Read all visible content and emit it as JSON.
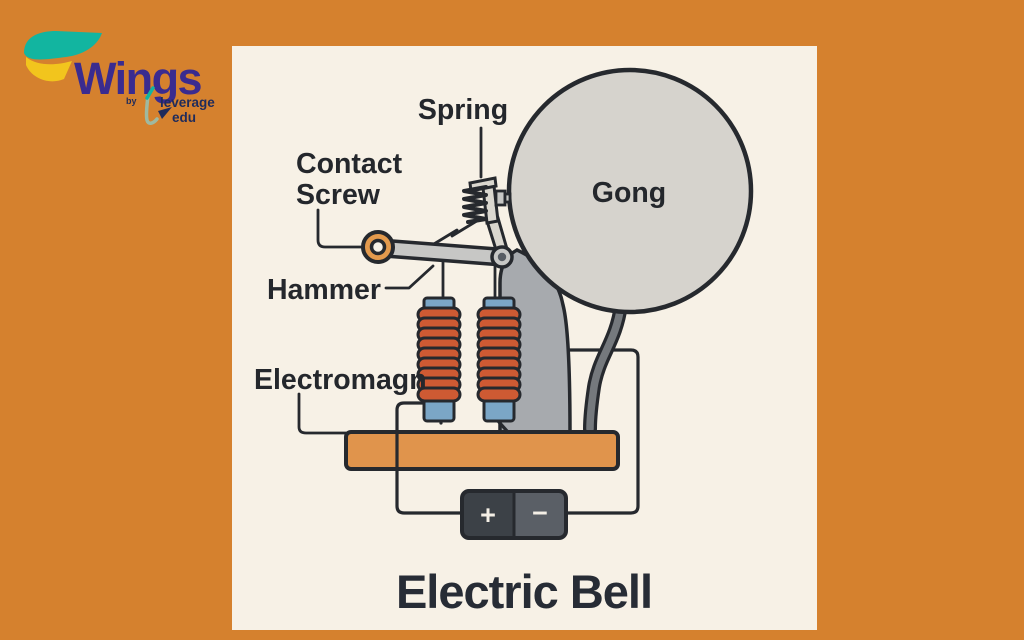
{
  "brand": {
    "name": "Wings",
    "by": "by",
    "sub_line1": "leverage",
    "sub_line2": "edu"
  },
  "diagram": {
    "title": "Electric Bell",
    "labels": {
      "spring": "Spring",
      "contact_screw_line1": "Contact",
      "contact_screw_line2": "Screw",
      "hammer": "Hammer",
      "electromagnet": "Electromagn",
      "gong": "Gong"
    },
    "battery": {
      "positive": "+",
      "negative": "−"
    }
  },
  "colors": {
    "background_orange": "#D5812E",
    "panel_cream": "#F7F1E6",
    "outline_dark": "#26292E",
    "coil_orange": "#CE5A33",
    "core_blue": "#7BA6C6",
    "base_orange": "#E0944C",
    "gong_gray": "#D6D3CD",
    "stand_gray": "#A7AAAE",
    "arm_gray": "#C7C7C5",
    "battery_dark": "#3C4147",
    "battery_light": "#5A5F66",
    "contact_screw_orange": "#E39A4D",
    "brand_purple": "#3A2B8F",
    "brand_teal": "#12B5A0",
    "brand_yellow": "#F2C51D",
    "brand_navy": "#1F2B5B"
  }
}
